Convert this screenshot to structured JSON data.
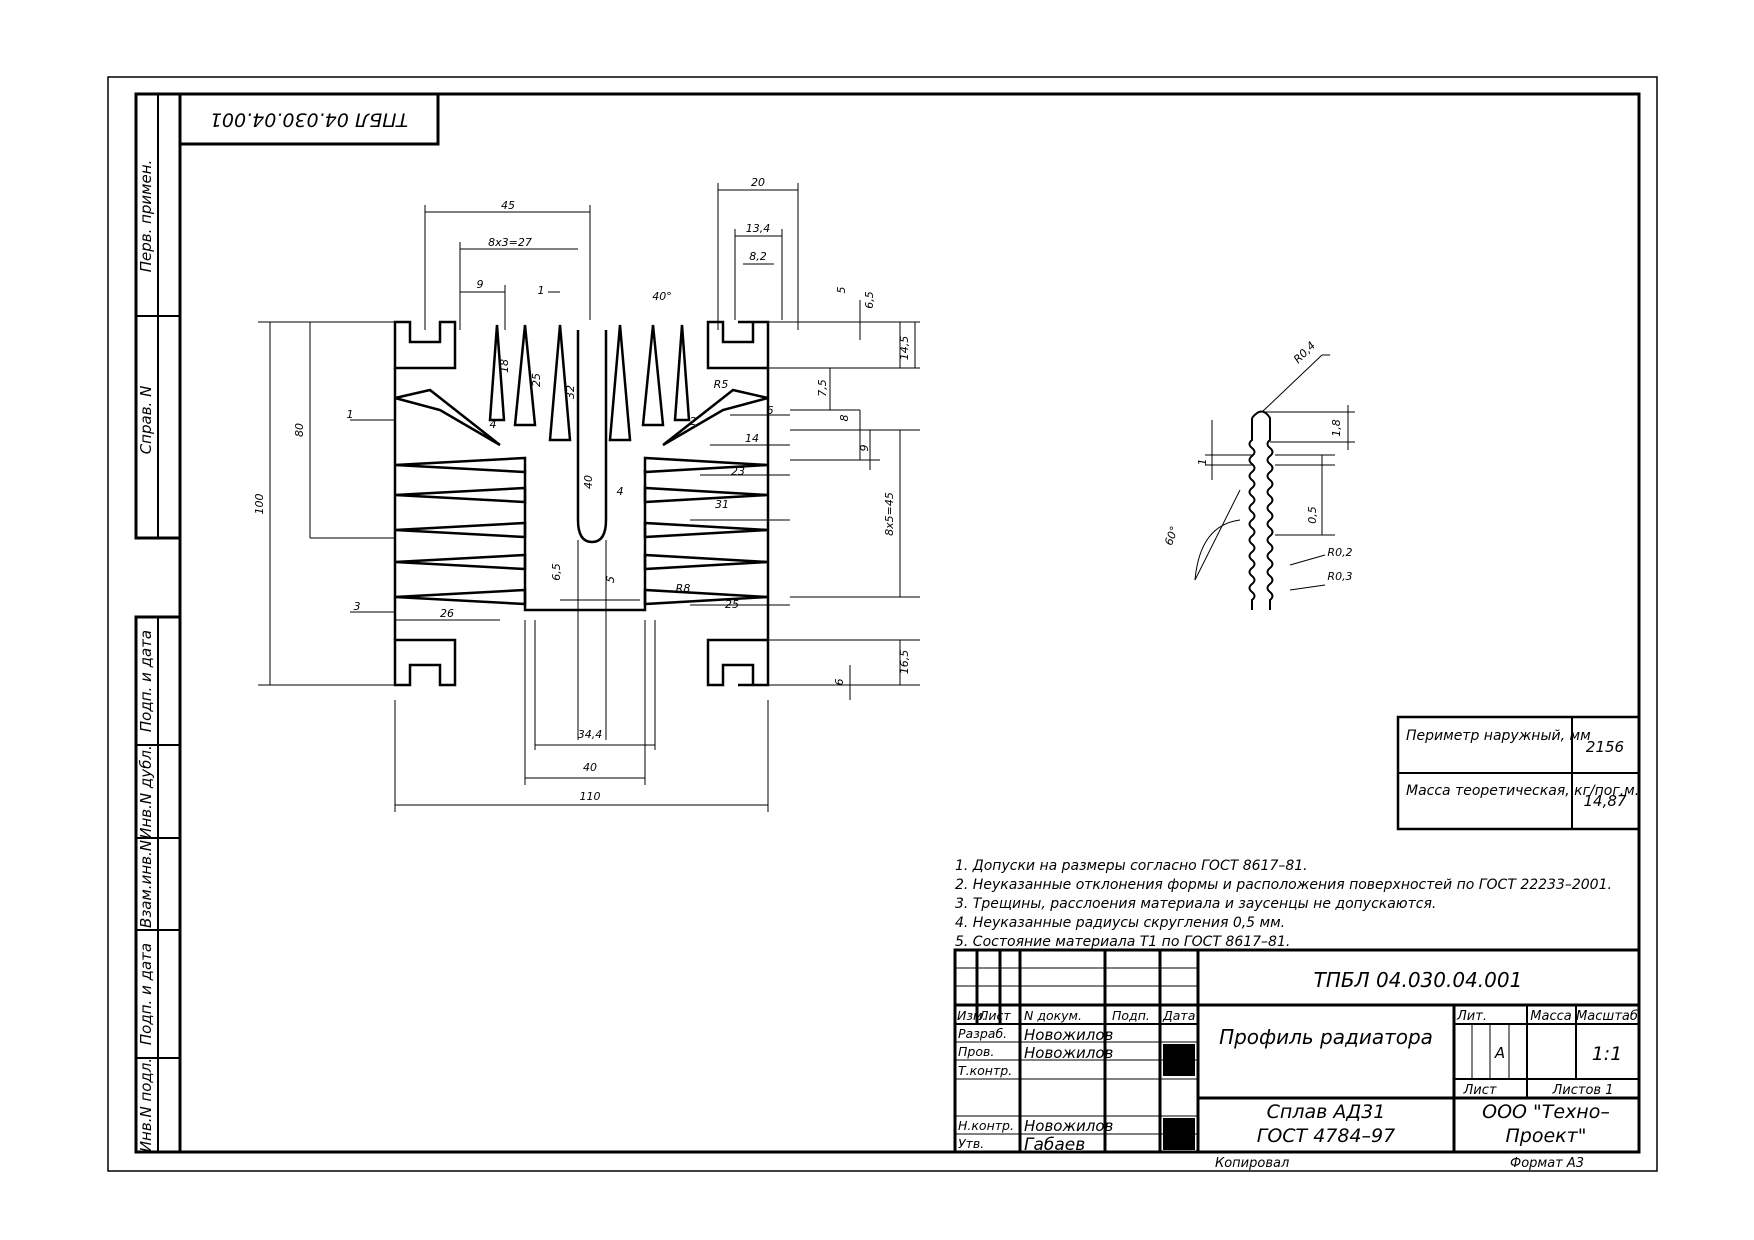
{
  "stamp_top": "ТПБЛ 04.030.04.001",
  "left_strip": {
    "perv_primen": "Перв. примен.",
    "sprav": "Справ. N",
    "podp_data_1": "Подп. и дата",
    "inv_dubl": "Инв.N дубл.",
    "vzam_inv": "Взам.инв.N",
    "podp_data_2": "Подп. и дата",
    "inv_podl": "Инв.N подл."
  },
  "dims_main": {
    "d45": "45",
    "d8x3": "8х3=27",
    "d9": "9",
    "d1": "1",
    "d40deg": "40°",
    "d20": "20",
    "d13_4": "13,4",
    "d8_2": "8,2",
    "d5": "5",
    "d6_5": "6,5",
    "d14_5": "14,5",
    "d7_5": "7,5",
    "d8": "8",
    "d9b": "9",
    "d8x5": "8х5=45",
    "d6r": "6",
    "d14": "14",
    "d23": "23",
    "d31": "31",
    "d25": "25",
    "d18": "18",
    "d25v": "25",
    "d32": "32",
    "d40v": "40",
    "d4": "4",
    "d5v": "5",
    "d6_5b": "6,5",
    "d1l": "1",
    "d3l": "3",
    "d26": "26",
    "d80": "80",
    "d100": "100",
    "d34_4": "34,4",
    "d40": "40",
    "d110": "110",
    "d16_5": "16,5",
    "d6b": "6",
    "r5": "R5",
    "r4": "4",
    "r2": "2",
    "r8": "R8"
  },
  "dims_detail": {
    "r0_4": "R0,4",
    "d1_8": "1,8",
    "d1": "1",
    "d0_5": "0,5",
    "a60": "60°",
    "r0_2": "R0,2",
    "r0_3": "R0,3"
  },
  "props_table": [
    {
      "label": "Периметр наружный, мм",
      "value": "2156"
    },
    {
      "label": "Масса теоретическая, кг/пог.м.",
      "value": "14,87"
    }
  ],
  "notes": [
    "1. Допуски на размеры согласно ГОСТ 8617–81.",
    "2. Неуказанные отклонения формы и расположения поверхностей по ГОСТ 22233–2001.",
    "3. Трещины, расслоения материала и заусенцы не допускаются.",
    "4. Неуказанные радиусы скругления 0,5 мм.",
    "5. Состояние материала Т1 по ГОСТ 8617–81."
  ],
  "title_block": {
    "doc_code": "ТПБЛ 04.030.04.001",
    "name": "Профиль радиатора",
    "material_1": "Сплав АД31",
    "material_2": "ГОСТ 4784–97",
    "org_1": "ООО \"Техно–",
    "org_2": "Проект\"",
    "col_izm": "Изм.",
    "col_list": "Лист",
    "col_ndok": "N докум.",
    "col_podp": "Подп.",
    "col_data": "Дата",
    "razrab": "Разраб.",
    "razrab_name": "Новожилов",
    "prov": "Пров.",
    "prov_name": "Новожилов",
    "tkontr": "Т.контр.",
    "nkontr": "Н.контр.",
    "nkontr_name": "Новожилов",
    "utv": "Утв.",
    "utv_name": "Габаев",
    "lit": "Лит.",
    "massa": "Масса",
    "masshtab": "Масштаб",
    "lit_val": "А",
    "scale_val": "1:1",
    "list": "Лист",
    "listov": "Листов  1",
    "kopiroval": "Копировал",
    "format": "Формат А3"
  }
}
